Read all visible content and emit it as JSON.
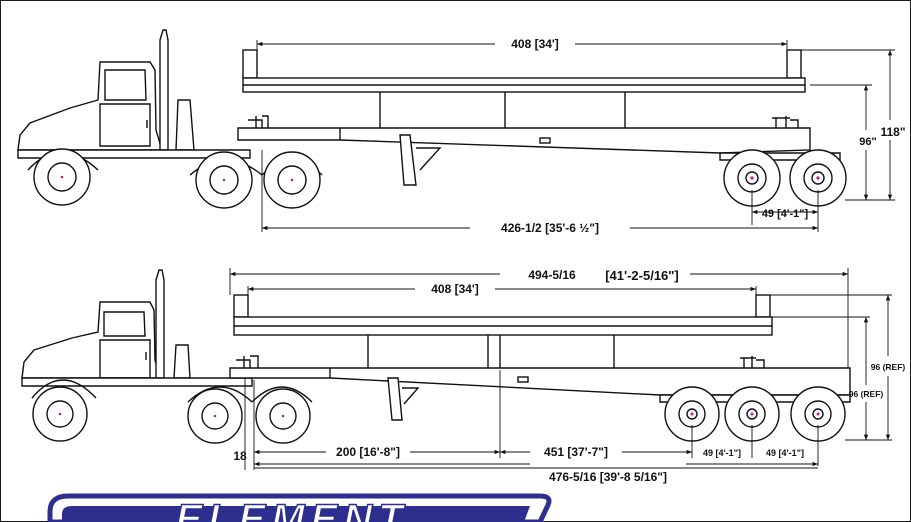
{
  "top_diagram": {
    "length_cargo": "408  [34']",
    "height_total": "118\"",
    "height_deck": "96\"",
    "axle_spread": "49  [4'-1\"]",
    "overall_length": "426-1/2  [35'-6 ½\"]"
  },
  "bottom_diagram": {
    "overall_length_a": "494-5/16",
    "overall_length_b": "[41'-2-5/16\"]",
    "length_cargo": "408 [34']",
    "height_ref_upper": "96 (REF)",
    "height_ref_lower": "96 (REF)",
    "front_offset": "18",
    "kingpin_to_leg": "200  [16'-8\"]",
    "leg_to_axle": "451 [37'-7\"]",
    "axle_spread_1": "49 [4'-1\"]",
    "axle_spread_2": "49 [4'-1\"]",
    "overall_length_c": "476-5/16  [39'-8 5/16\"]"
  },
  "logo": {
    "text": "ELEMENT",
    "colors": {
      "fill": "#2d2f8e",
      "outline": "#2d2f8e"
    }
  },
  "colors": {
    "line": "#111111",
    "hub_mark": "#c0208a"
  }
}
